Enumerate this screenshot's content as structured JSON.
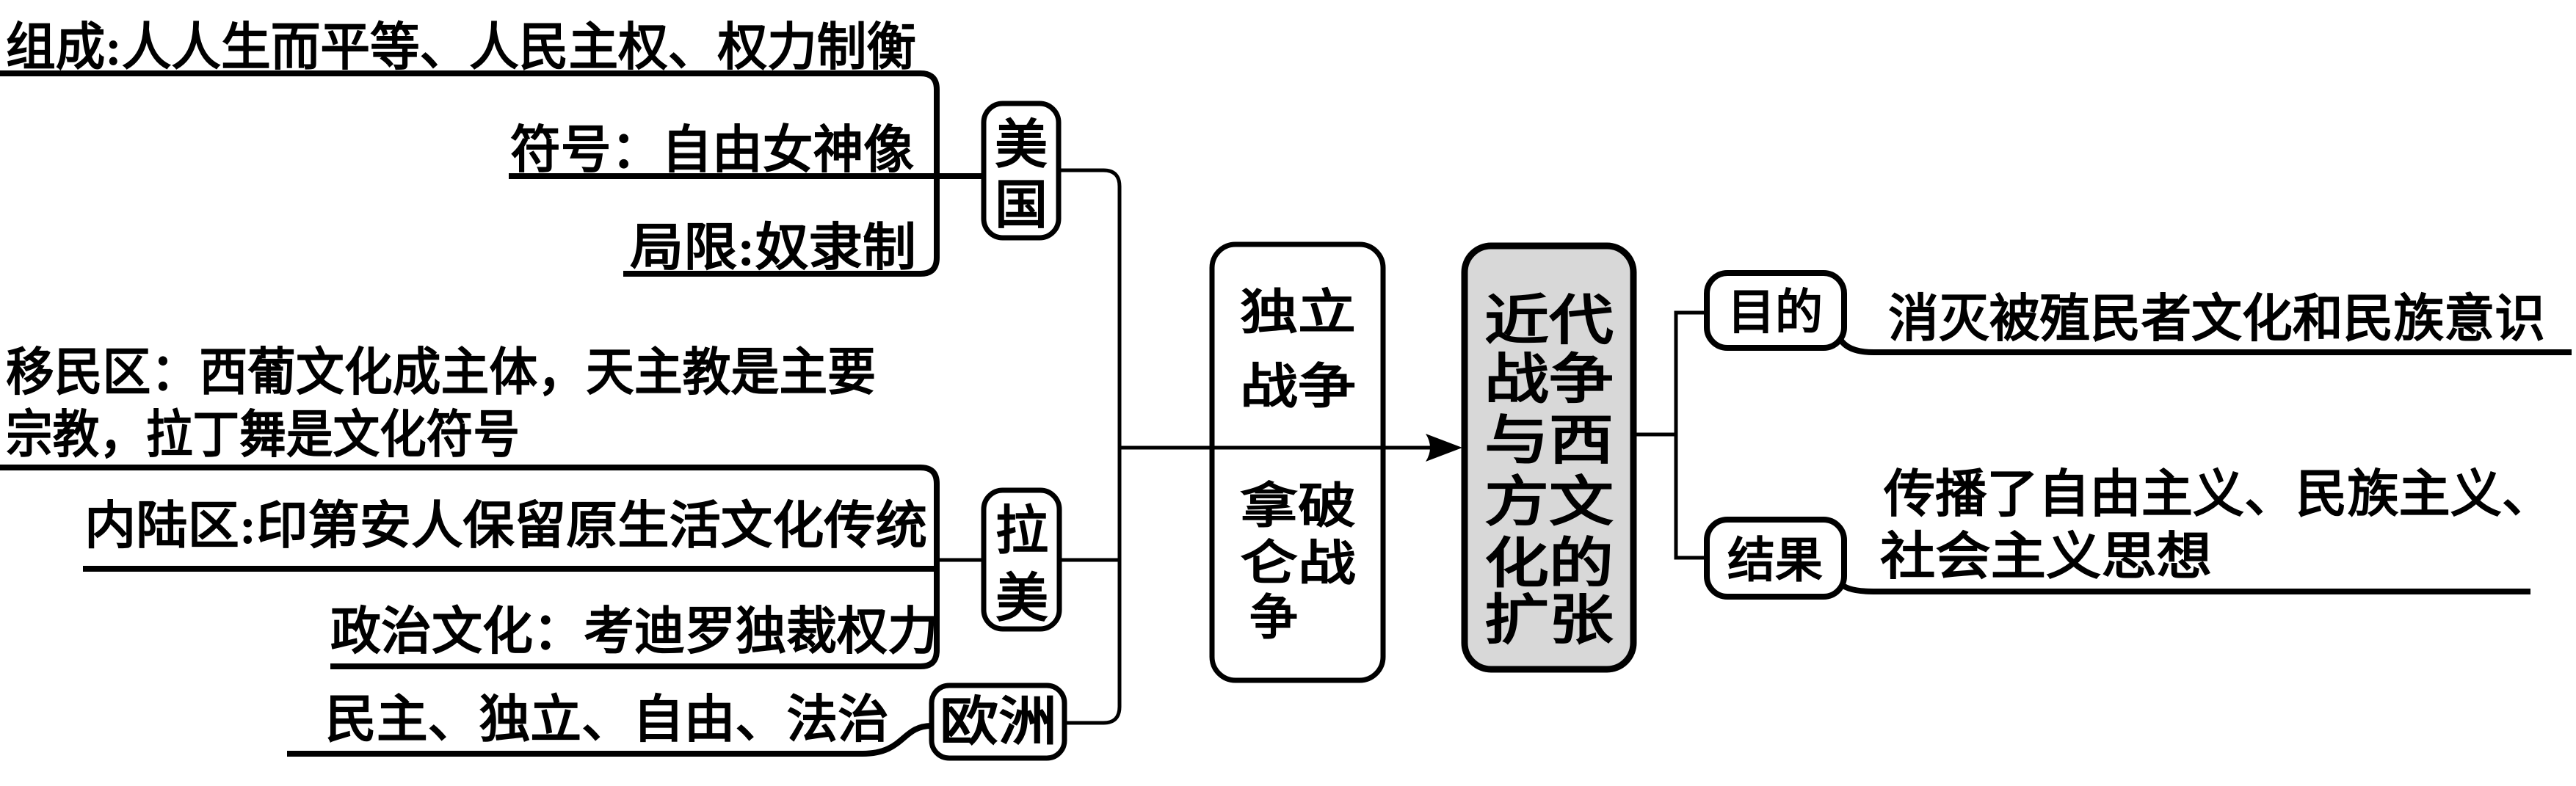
{
  "colors": {
    "ink": "#000000",
    "background": "#ffffff",
    "center_fill": "#d8d8d8"
  },
  "usa": {
    "label_chars": [
      "美",
      "国"
    ],
    "items": {
      "composition": "组成:人人生而平等、人民主权、权力制衡",
      "symbol": "符号：自由女神像",
      "limitation": "局限:奴隶制"
    }
  },
  "latam": {
    "label_chars": [
      "拉",
      "美"
    ],
    "items": {
      "immigrant_line1": "移民区：西葡文化成主体，天主教是主要",
      "immigrant_line2": "宗教，拉丁舞是文化符号",
      "inland": "内陆区:印第安人保留原生活文化传统",
      "political": "政治文化：考迪罗独裁权力"
    }
  },
  "europe": {
    "label": "欧洲",
    "item": "民主、独立、自由、法治"
  },
  "wars": {
    "independence": [
      "独立",
      "战争"
    ],
    "napoleon": [
      "拿破",
      "仑战",
      "争"
    ]
  },
  "center": {
    "rows": [
      "近代",
      "战争",
      "与西",
      "方文",
      "化的",
      "扩张"
    ]
  },
  "purpose": {
    "label": "目的",
    "text": "消灭被殖民者文化和民族意识"
  },
  "result": {
    "label": "结果",
    "line1": "传播了自由主义、民族主义、",
    "line2": "社会主义思想"
  }
}
